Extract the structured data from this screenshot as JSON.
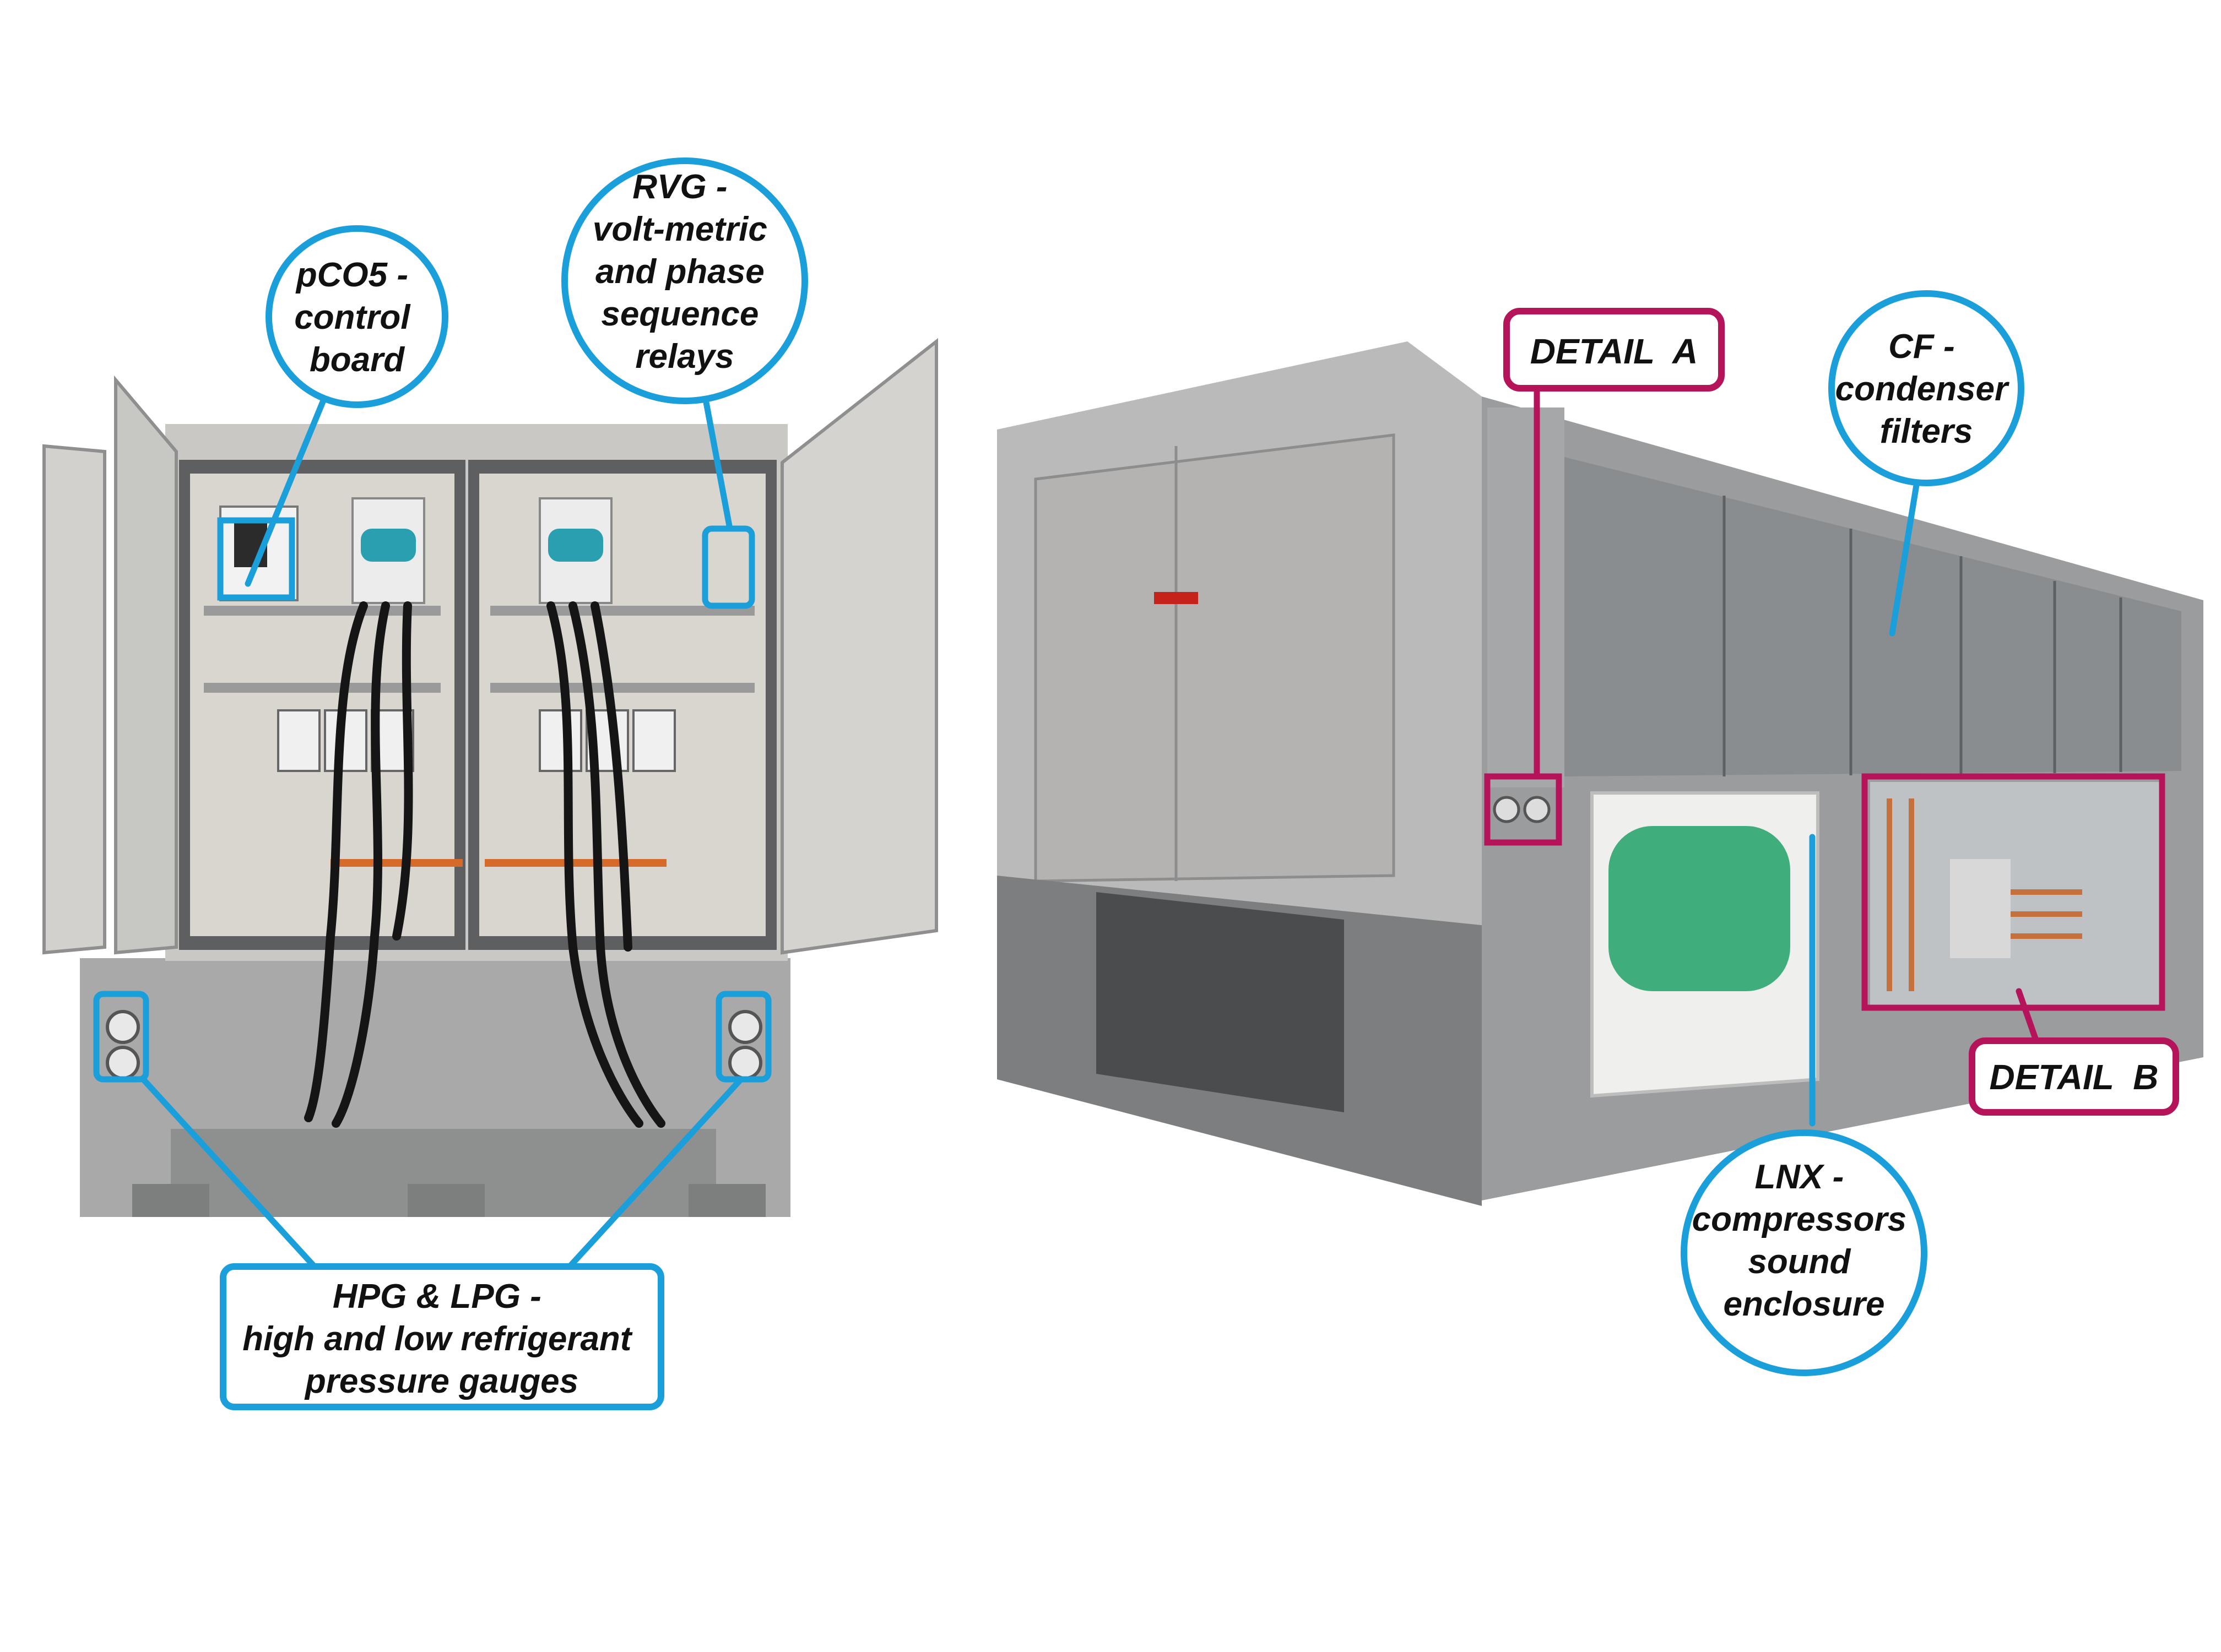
{
  "colors": {
    "callout_blue": "#1a9fdb",
    "detail_magenta": "#b5145b",
    "cabinet_gray": "#b8b8b6",
    "cabinet_dark": "#6f7172",
    "panel_gray": "#d9d6d0",
    "filter_gray": "#8d9093",
    "compressor_green": "#3fae7c",
    "copper": "#c4713d"
  },
  "icons": [
    "pressure-gauge-icon",
    "fuse-disconnector-icon",
    "contactor-icon",
    "red-door-handle-icon"
  ],
  "labels": {
    "pco5": [
      "pCO5 -",
      "control",
      "board"
    ],
    "rvg": [
      "RVG -",
      "volt-metric",
      "and phase",
      "sequence",
      "relays"
    ],
    "hpg": [
      "HPG & LPG -",
      "high and low refrigerant",
      "pressure gauges"
    ],
    "detail_a": "DETAIL  A",
    "cf": [
      "CF -",
      "condenser",
      "filters"
    ],
    "detail_b": "DETAIL  B",
    "lnx": [
      "LNX -",
      "compressors",
      "sound",
      "enclosure"
    ]
  }
}
